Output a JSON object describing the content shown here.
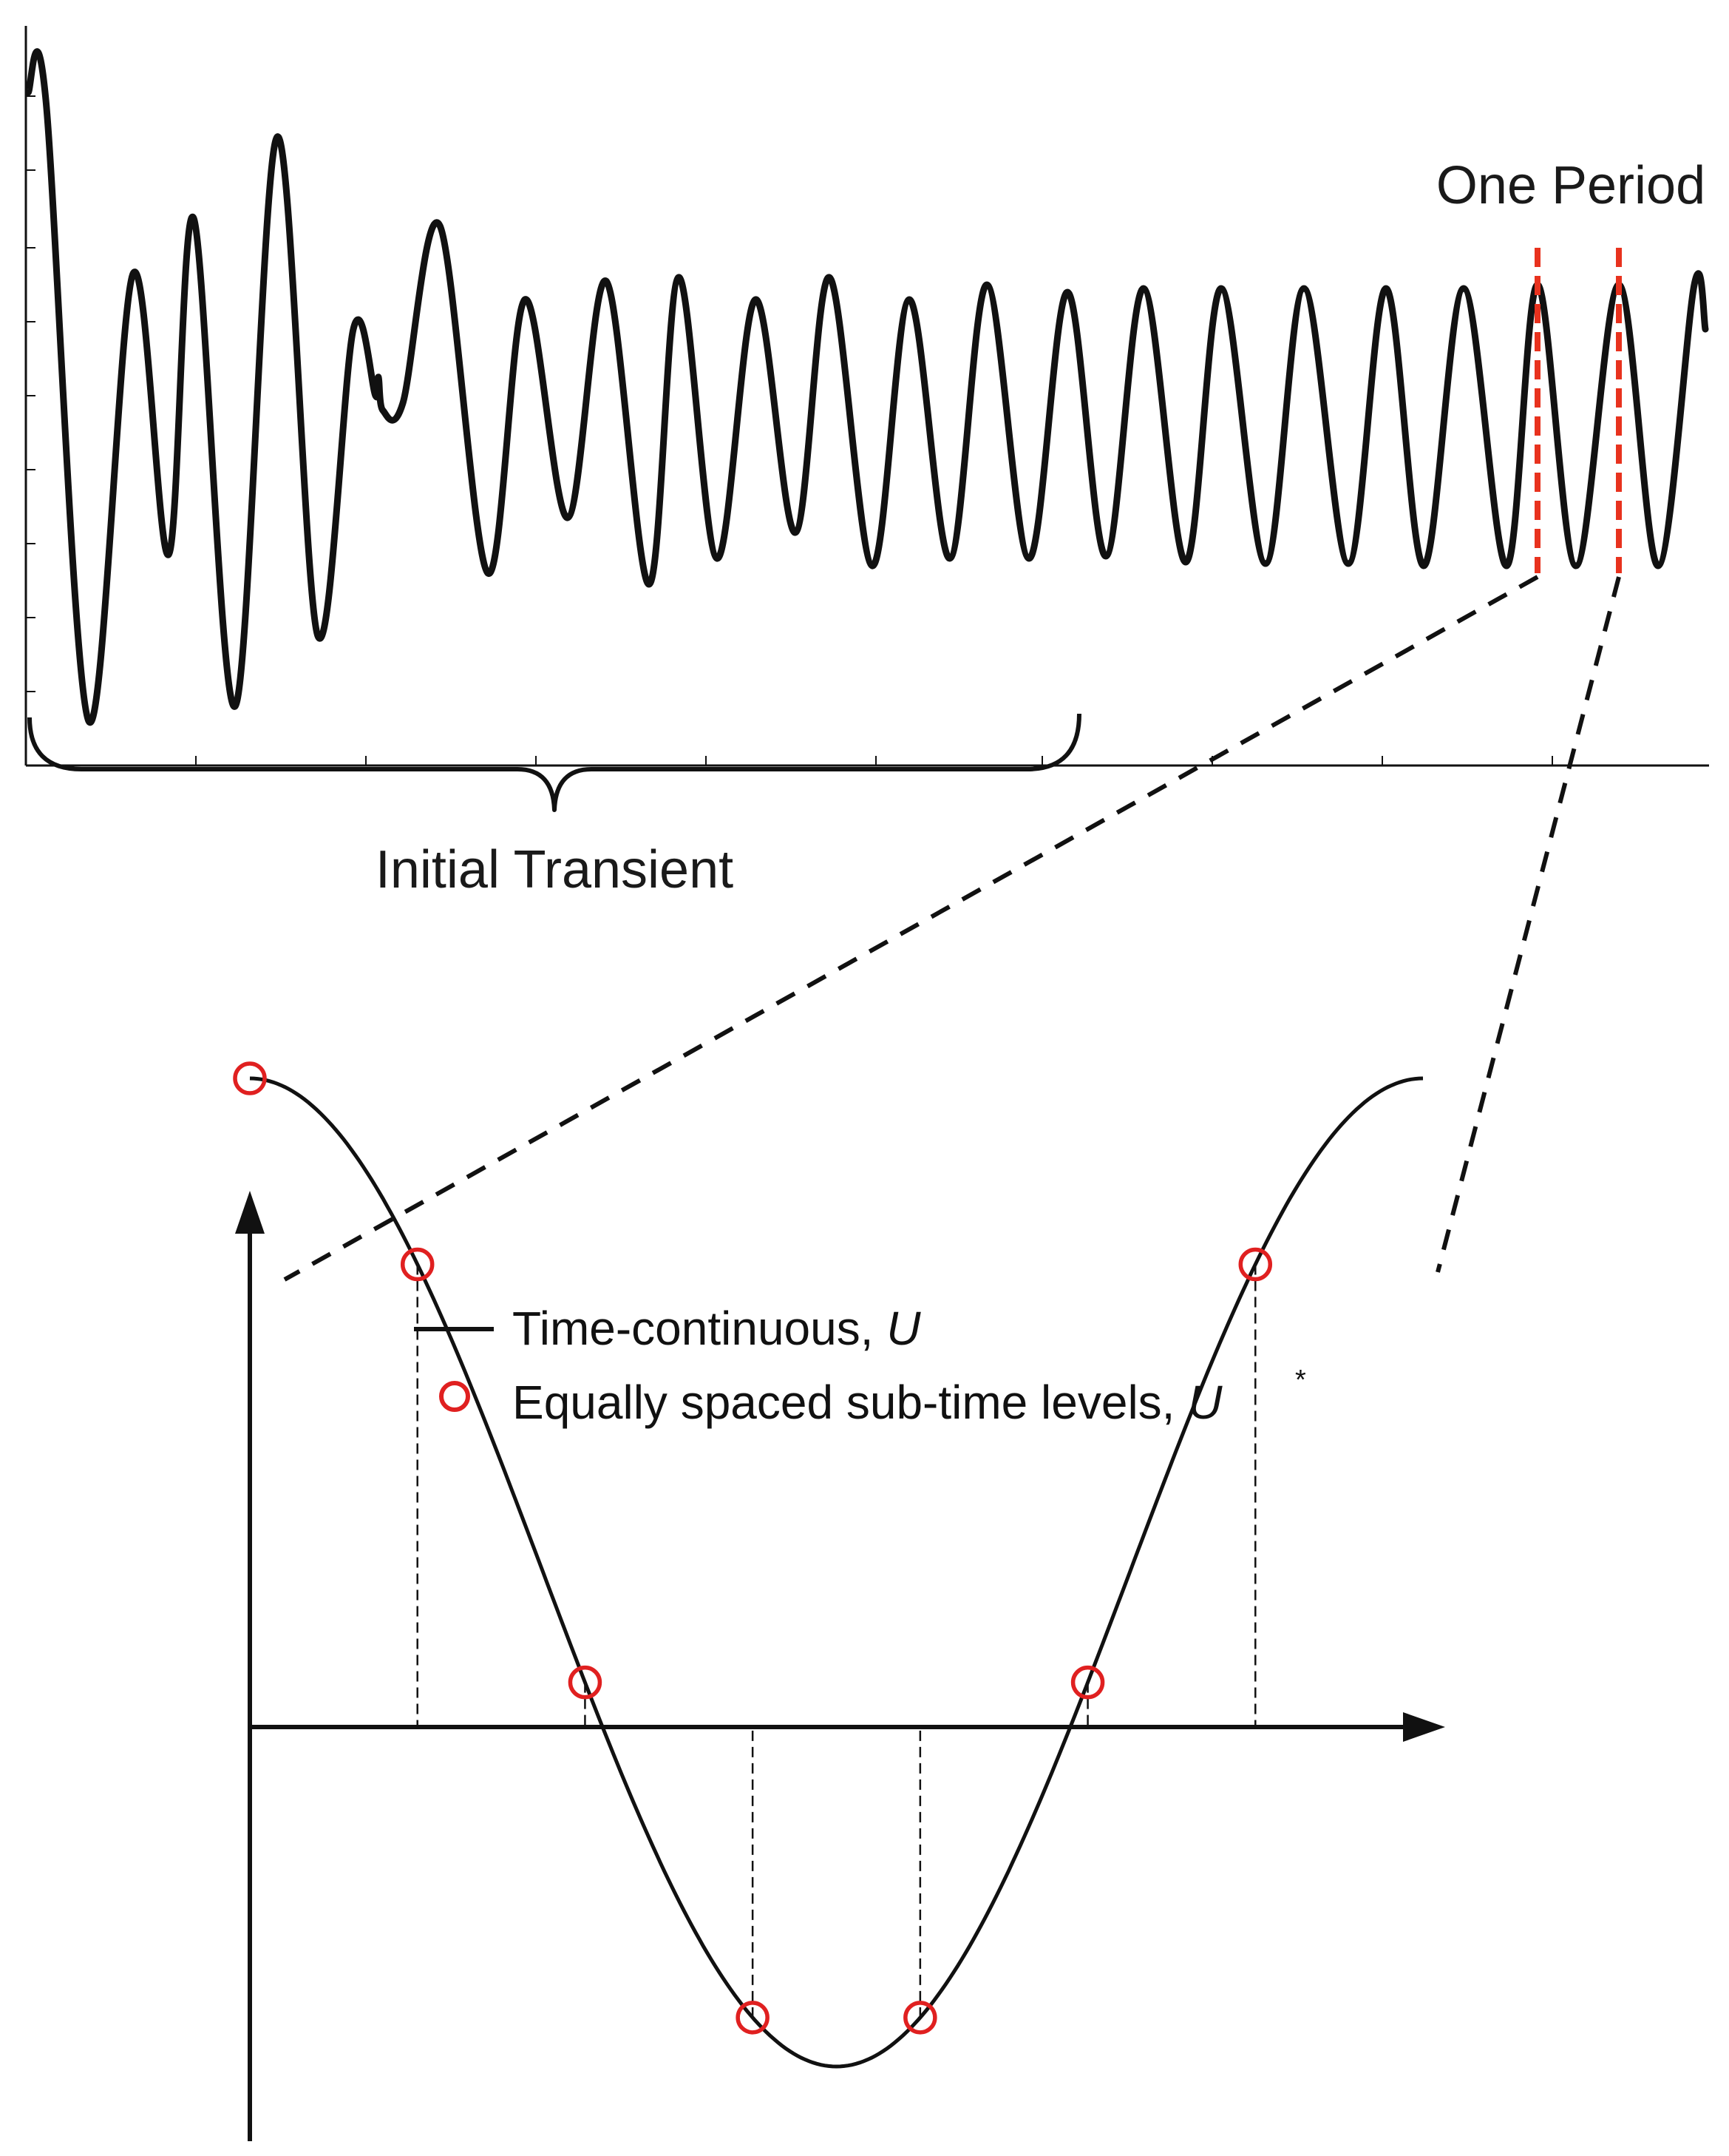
{
  "figure": {
    "top_panel": {
      "annotations": {
        "transient": "Initial Transient",
        "period": "One Period"
      },
      "colors": {
        "curve": "#111111",
        "period_marker": "#e8321e",
        "axis": "#111111"
      }
    },
    "bottom_panel": {
      "legend": {
        "line_label": "Time-continuous, ",
        "line_symbol": "U",
        "marker_label": "Equally spaced sub-time levels, ",
        "marker_symbol": "U",
        "marker_superscript": "*"
      },
      "samples_count": 7,
      "colors": {
        "curve": "#111111",
        "marker": "#e02020",
        "axis": "#111111"
      }
    }
  }
}
